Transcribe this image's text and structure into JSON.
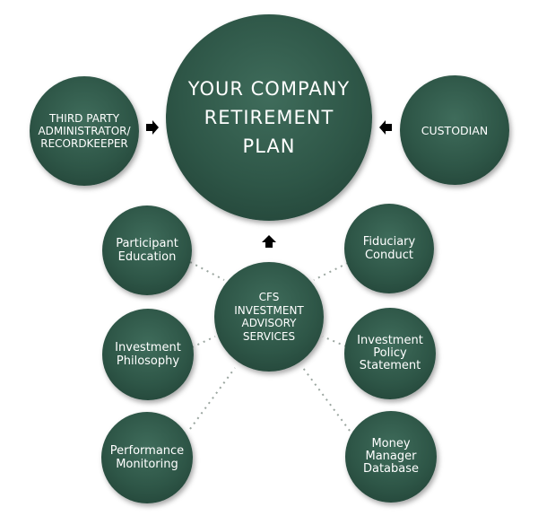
{
  "main": {
    "label": "YOUR COMPANY\nRETIREMENT\nPLAN"
  },
  "tpa": {
    "label": "THIRD PARTY\nADMINISTRATOR/\nRECORDKEEPER"
  },
  "custodian": {
    "label": "CUSTODIAN"
  },
  "cfs": {
    "label": "CFS\nINVESTMENT\nADVISORY\nSERVICES"
  },
  "services": [
    {
      "label": "Participant\nEducation"
    },
    {
      "label": "Investment\nPhilosophy"
    },
    {
      "label": "Performance\nMonitoring"
    },
    {
      "label": "Fiduciary\nConduct"
    },
    {
      "label": "Investment\nPolicy\nStatement"
    },
    {
      "label": "Money\nManager\nDatabase"
    }
  ],
  "colors": {
    "node_fill": "#2e5647",
    "node_text": "#ffffff",
    "arrow": "#000000",
    "connector": "#9aa59f"
  }
}
